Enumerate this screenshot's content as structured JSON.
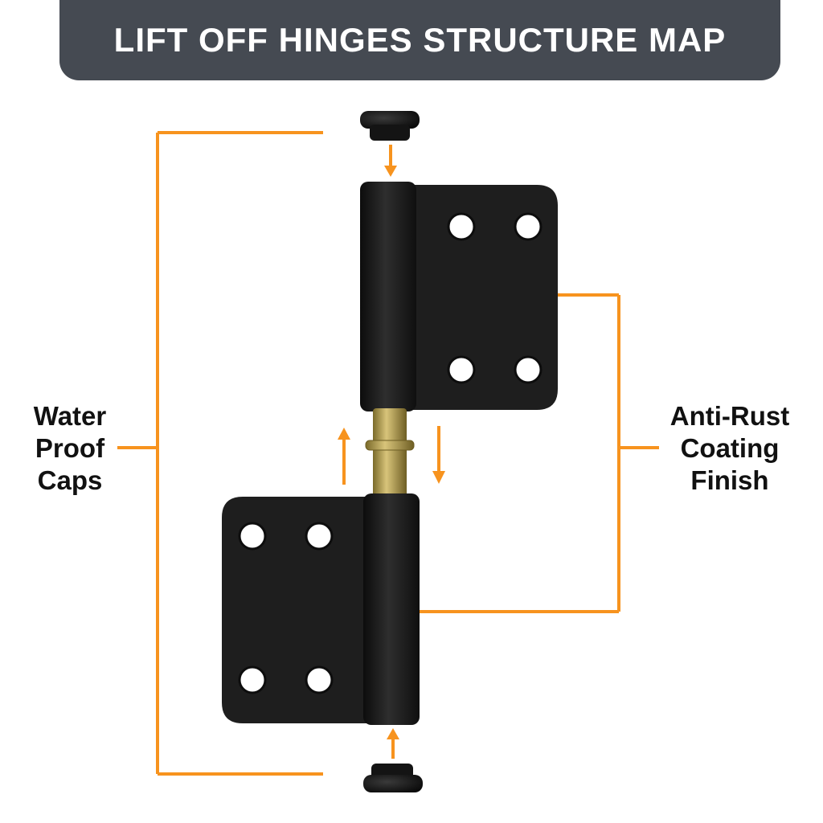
{
  "title": "LIFT OFF HINGES STRUCTURE MAP",
  "callouts": {
    "left": [
      "Water",
      "Proof",
      "Caps"
    ],
    "right": [
      "Anti-Rust",
      "Coating",
      "Finish"
    ]
  },
  "colors": {
    "banner": "#454a52",
    "accent": "#f7931e",
    "hinge": "#1e1e1e",
    "pin": "#b8a04a"
  }
}
